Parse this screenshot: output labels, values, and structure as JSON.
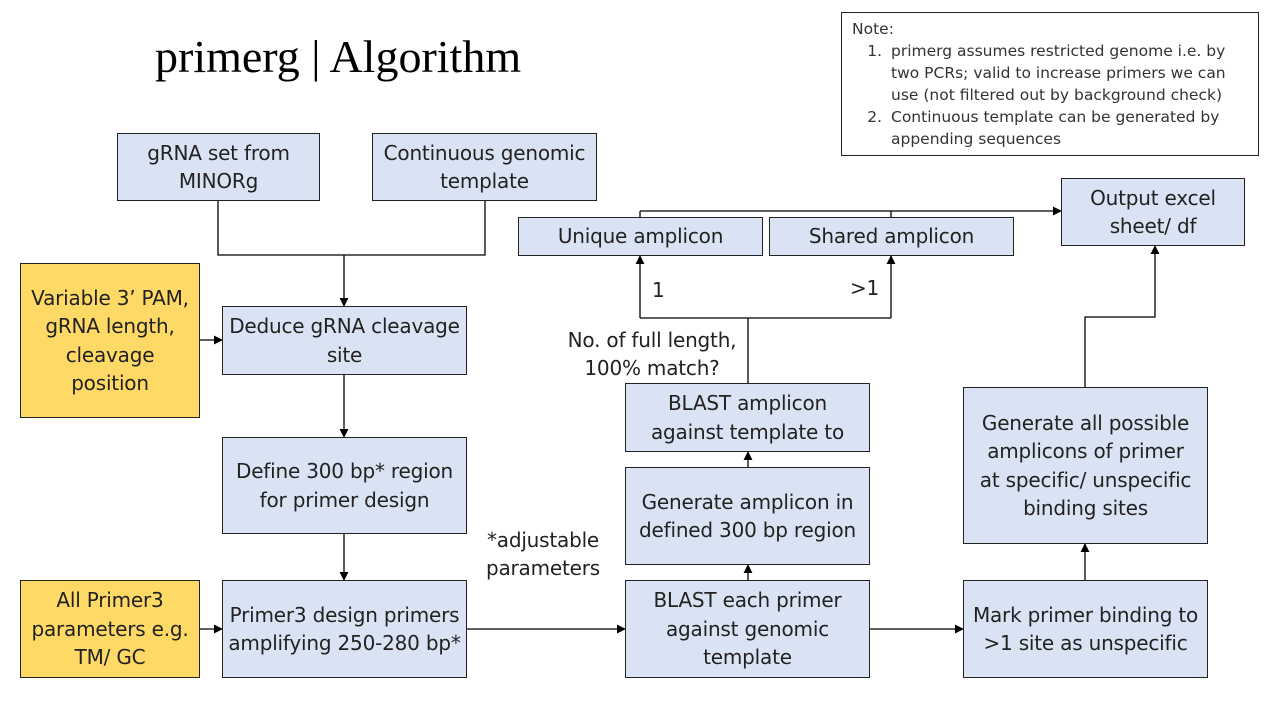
{
  "title": "primerg | Algorithm",
  "note": {
    "heading": "Note:",
    "items": [
      "primerg assumes restricted genome i.e. by two PCRs; valid to increase primers we can use (not filtered out by background check)",
      "Continuous template can be generated by appending sequences"
    ]
  },
  "boxes": {
    "grna_set": "gRNA set from MINORg",
    "continuous_template": "Continuous genomic template",
    "variable_params": "Variable 3’ PAM, gRNA length, cleavage position",
    "deduce_cleavage": "Deduce gRNA cleavage site",
    "define_region": "Define 300 bp* region for primer design",
    "primer3_params": "All Primer3 parameters e.g. TM/ GC",
    "primer3_design": "Primer3 design primers amplifying 250-280 bp*",
    "blast_primer": "BLAST each primer against genomic template",
    "generate_amplicon": "Generate amplicon in defined 300 bp region",
    "blast_amplicon": "BLAST amplicon against template to",
    "unique_amplicon": "Unique amplicon",
    "shared_amplicon": "Shared amplicon",
    "output": "Output excel sheet/ df",
    "mark_primer": "Mark primer binding to >1 site as unspecific",
    "generate_all": "Generate all possible amplicons of primer at specific/ unspecific binding sites"
  },
  "labels": {
    "match_question": "No. of full length, 100% match?",
    "branch_one": "1",
    "branch_many": ">1",
    "adjustable": "*adjustable parameters"
  },
  "colors": {
    "process_fill": "#dae3f3",
    "input_fill": "#ffd966",
    "line": "#000000"
  }
}
